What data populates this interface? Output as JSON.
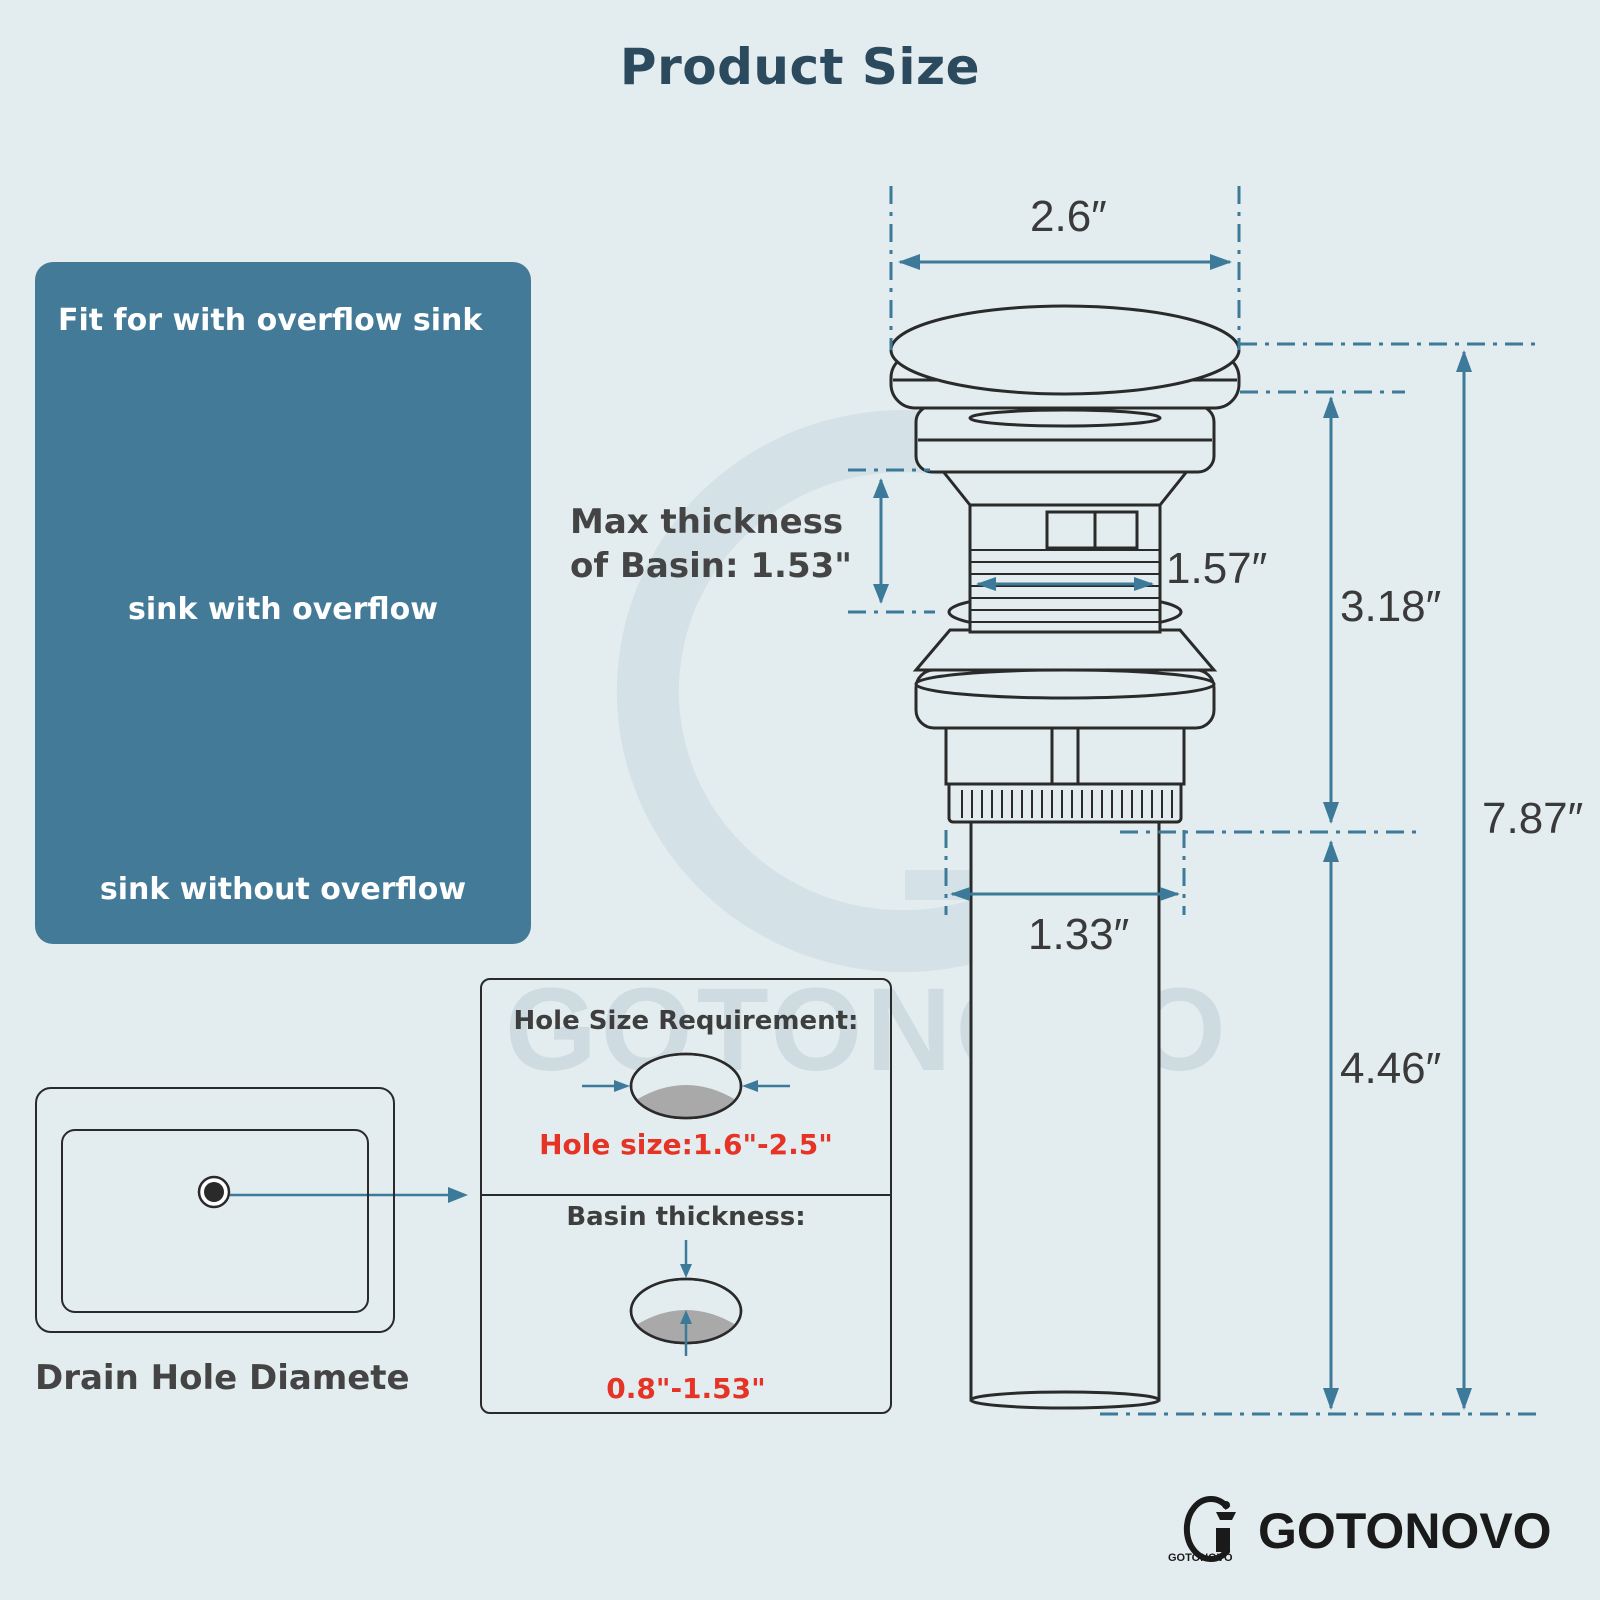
{
  "title": "Product Size",
  "watermark": "GOTONOVO",
  "fit_panel": {
    "heading": "Fit for with overflow sink",
    "item_ok": "sink with overflow",
    "item_bad": "sink without overflow"
  },
  "dimensions": {
    "top_width": "2.6″",
    "thread_width": "1.57″",
    "pipe_width": "1.33″",
    "upper_height": "3.18″",
    "pipe_height": "4.46″",
    "total_height": "7.87″"
  },
  "max_thickness": {
    "line1": "Max thickness",
    "line2": "of Basin: 1.53\""
  },
  "requirements": {
    "hole_heading": "Hole Size Requirement:",
    "hole_value": "Hole size:1.6\"-2.5\"",
    "basin_heading": "Basin thickness:",
    "basin_value": "0.8\"-1.53\""
  },
  "drain_label": "Drain Hole Diamete",
  "brand": {
    "name": "GOTONOVO",
    "logo_small": "GOTONOVO"
  },
  "colors": {
    "background": "#e3ecef",
    "panel": "#437a98",
    "accent_line": "#3d7a99",
    "ok": "#2ea84a",
    "bad": "#e5283c",
    "requirement_text": "#e53325"
  }
}
